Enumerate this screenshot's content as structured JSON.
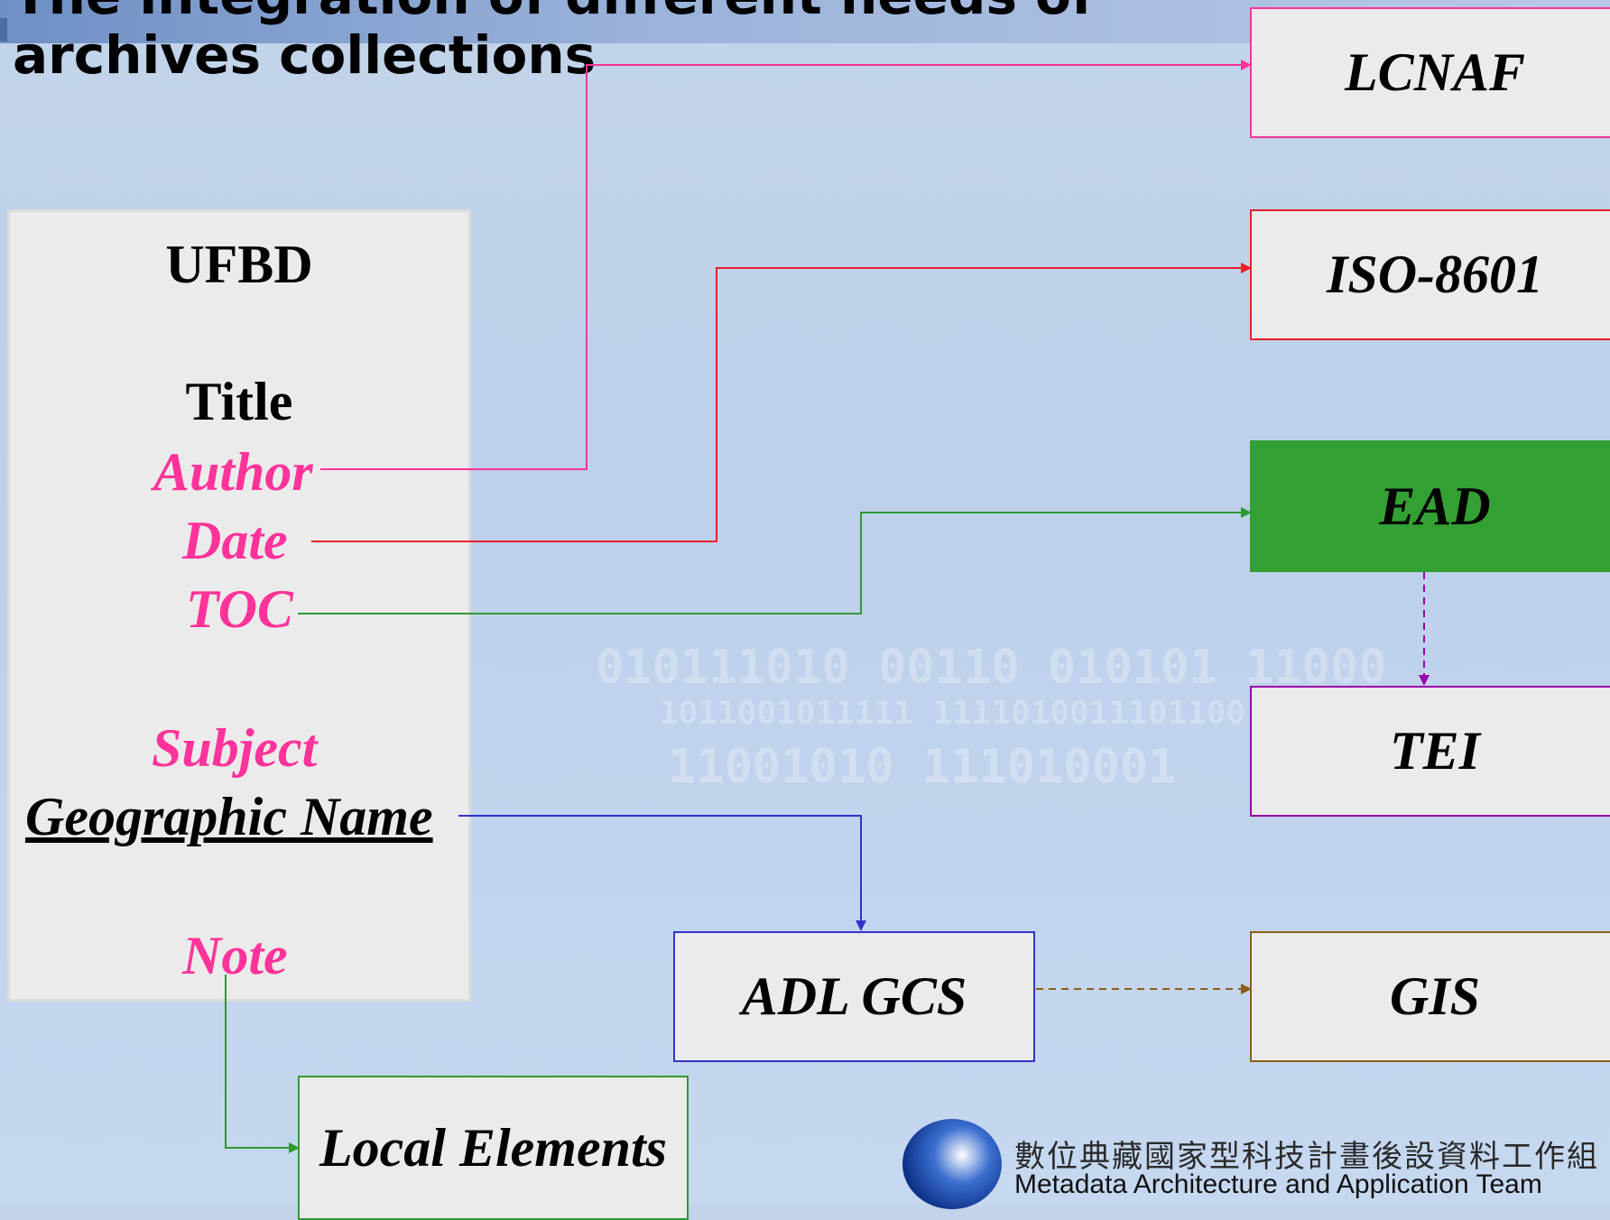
{
  "title": {
    "line1": "The integration of different needs of",
    "line2": "archives collections"
  },
  "ufbd": {
    "heading": "UFBD",
    "elements": {
      "title": "Title",
      "author": "Author",
      "date": "Date",
      "toc": "TOC",
      "subject": "Subject",
      "geographic_name": "Geographic Name",
      "note": "Note"
    }
  },
  "targets": {
    "lcnaf": "LCNAF",
    "iso8601": "ISO-8601",
    "ead": "EAD",
    "tei": "TEI",
    "adl_gcs": "ADL GCS",
    "gis": "GIS",
    "local_elements": "Local Elements"
  },
  "footer": {
    "org_chinese": "數位典藏國家型科技計畫後設資料工作組",
    "org_english": "Metadata Architecture and Application Team"
  },
  "colors": {
    "pink": "#ff3399",
    "red": "#e8202a",
    "green": "#2f9a2f",
    "blue": "#3333cc",
    "purple": "#9900aa",
    "brown": "#8b5e15",
    "ead_fill": "#33a033"
  },
  "background_binary": {
    "line1": "010111010 00110 010101 11000",
    "line2": "1011001011111 1111010011101100",
    "line3": "11001010 111010001"
  }
}
